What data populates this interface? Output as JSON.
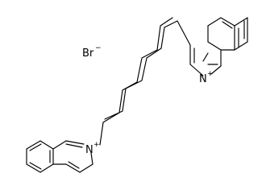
{
  "molecule": {
    "counterion": {
      "symbol": "Br",
      "charge": "−"
    },
    "nitrogen_left": {
      "symbol": "N",
      "charge": "+"
    },
    "nitrogen_right": {
      "symbol": "N",
      "charge": "+"
    }
  },
  "colors": {
    "bond": "#000000",
    "background": "#ffffff"
  }
}
